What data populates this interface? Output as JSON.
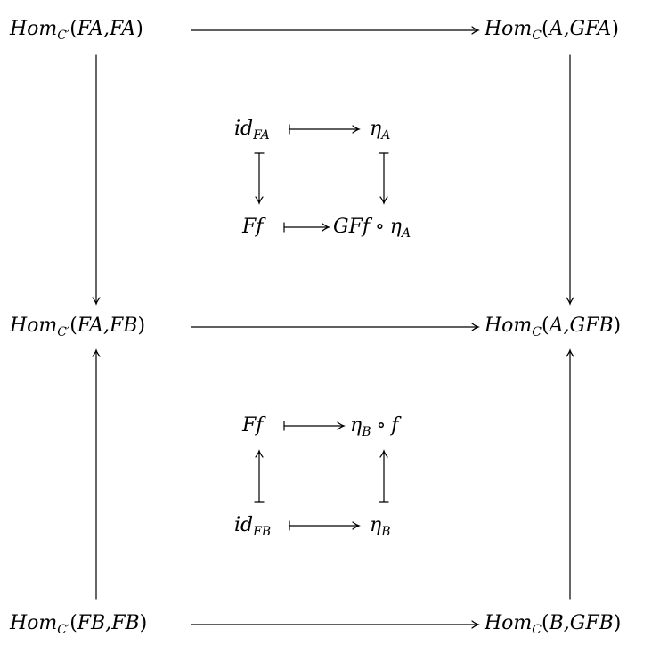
{
  "nodes": {
    "top_left": {
      "main": "Hom",
      "sub": "C′",
      "args": "FA,FA"
    },
    "top_right": {
      "main": "Hom",
      "sub": "C",
      "args": "A,GFA"
    },
    "mid_left": {
      "main": "Hom",
      "sub": "C′",
      "args": "FA,FB"
    },
    "mid_right": {
      "main": "Hom",
      "sub": "C",
      "args": "A,GFB"
    },
    "bot_left": {
      "main": "Hom",
      "sub": "C′",
      "args": "FB,FB"
    },
    "bot_right": {
      "main": "Hom",
      "sub": "C",
      "args": "B,GFB"
    }
  },
  "upper_square": {
    "tl": {
      "main": "id",
      "sub": "FA"
    },
    "tr": {
      "main": "η",
      "sub": "A"
    },
    "bl": {
      "main": "Ff"
    },
    "br": {
      "main": "GFf",
      "op": "∘",
      "main2": "η",
      "sub2": "A"
    }
  },
  "lower_square": {
    "tl": {
      "main": "Ff"
    },
    "tr": {
      "main": "η",
      "sub": "B",
      "op": "∘",
      "main2": "f"
    },
    "bl": {
      "main": "id",
      "sub": "FB"
    },
    "br": {
      "main": "η",
      "sub": "B"
    }
  },
  "colors": {
    "ink": "#000000",
    "background": "#ffffff"
  }
}
